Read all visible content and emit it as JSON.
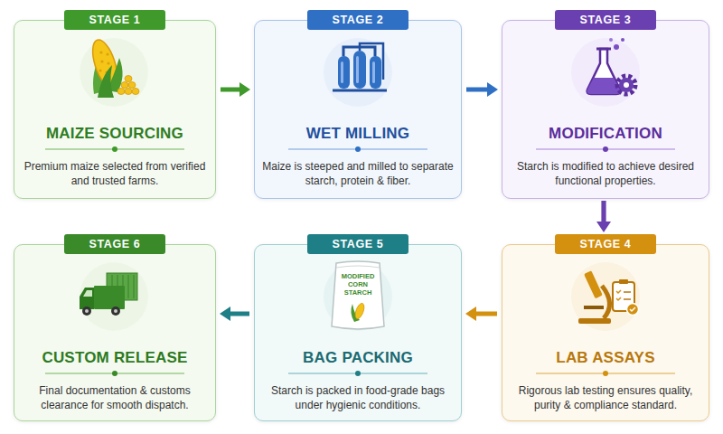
{
  "diagram": {
    "nodes": [
      {
        "text": [
          "STAGE 1",
          "MAIZE SOURCING",
          "Premium maize selected from verified and trusted farms."
        ]
      },
      {
        "text": [
          "STAGE 2",
          "WET MILLING",
          "Maize is steeped and milled to separate starch, protein & fiber."
        ]
      },
      {
        "text": [
          "STAGE 3",
          "MODIFICATION",
          "Starch is modified to achieve desired functional properties."
        ]
      },
      {
        "text": [
          "STAGE 4",
          "LAB ASSAYS",
          "Rigorous lab testing ensures quality, purity & compliance standard."
        ]
      },
      {
        "text": [
          "STAGE 5",
          "BAG PACKING",
          "Starch is packed in food-grade bags under hygienic conditions."
        ]
      },
      {
        "text": [
          "STAGE 6",
          "CUSTOM RELEASE",
          "Final documentation & customs clearance for smooth dispatch."
        ]
      }
    ],
    "edges": [
      {
        "from": 0,
        "to": 1,
        "arrow": "to"
      },
      {
        "from": 1,
        "to": 2,
        "arrow": "to"
      },
      {
        "from": 2,
        "to": 3,
        "arrow": "to"
      },
      {
        "from": 3,
        "to": 4,
        "arrow": "to"
      },
      {
        "from": 4,
        "to": 5,
        "arrow": "to"
      }
    ],
    "labels": [
      "MODIFIED CORN STARCH"
    ]
  }
}
